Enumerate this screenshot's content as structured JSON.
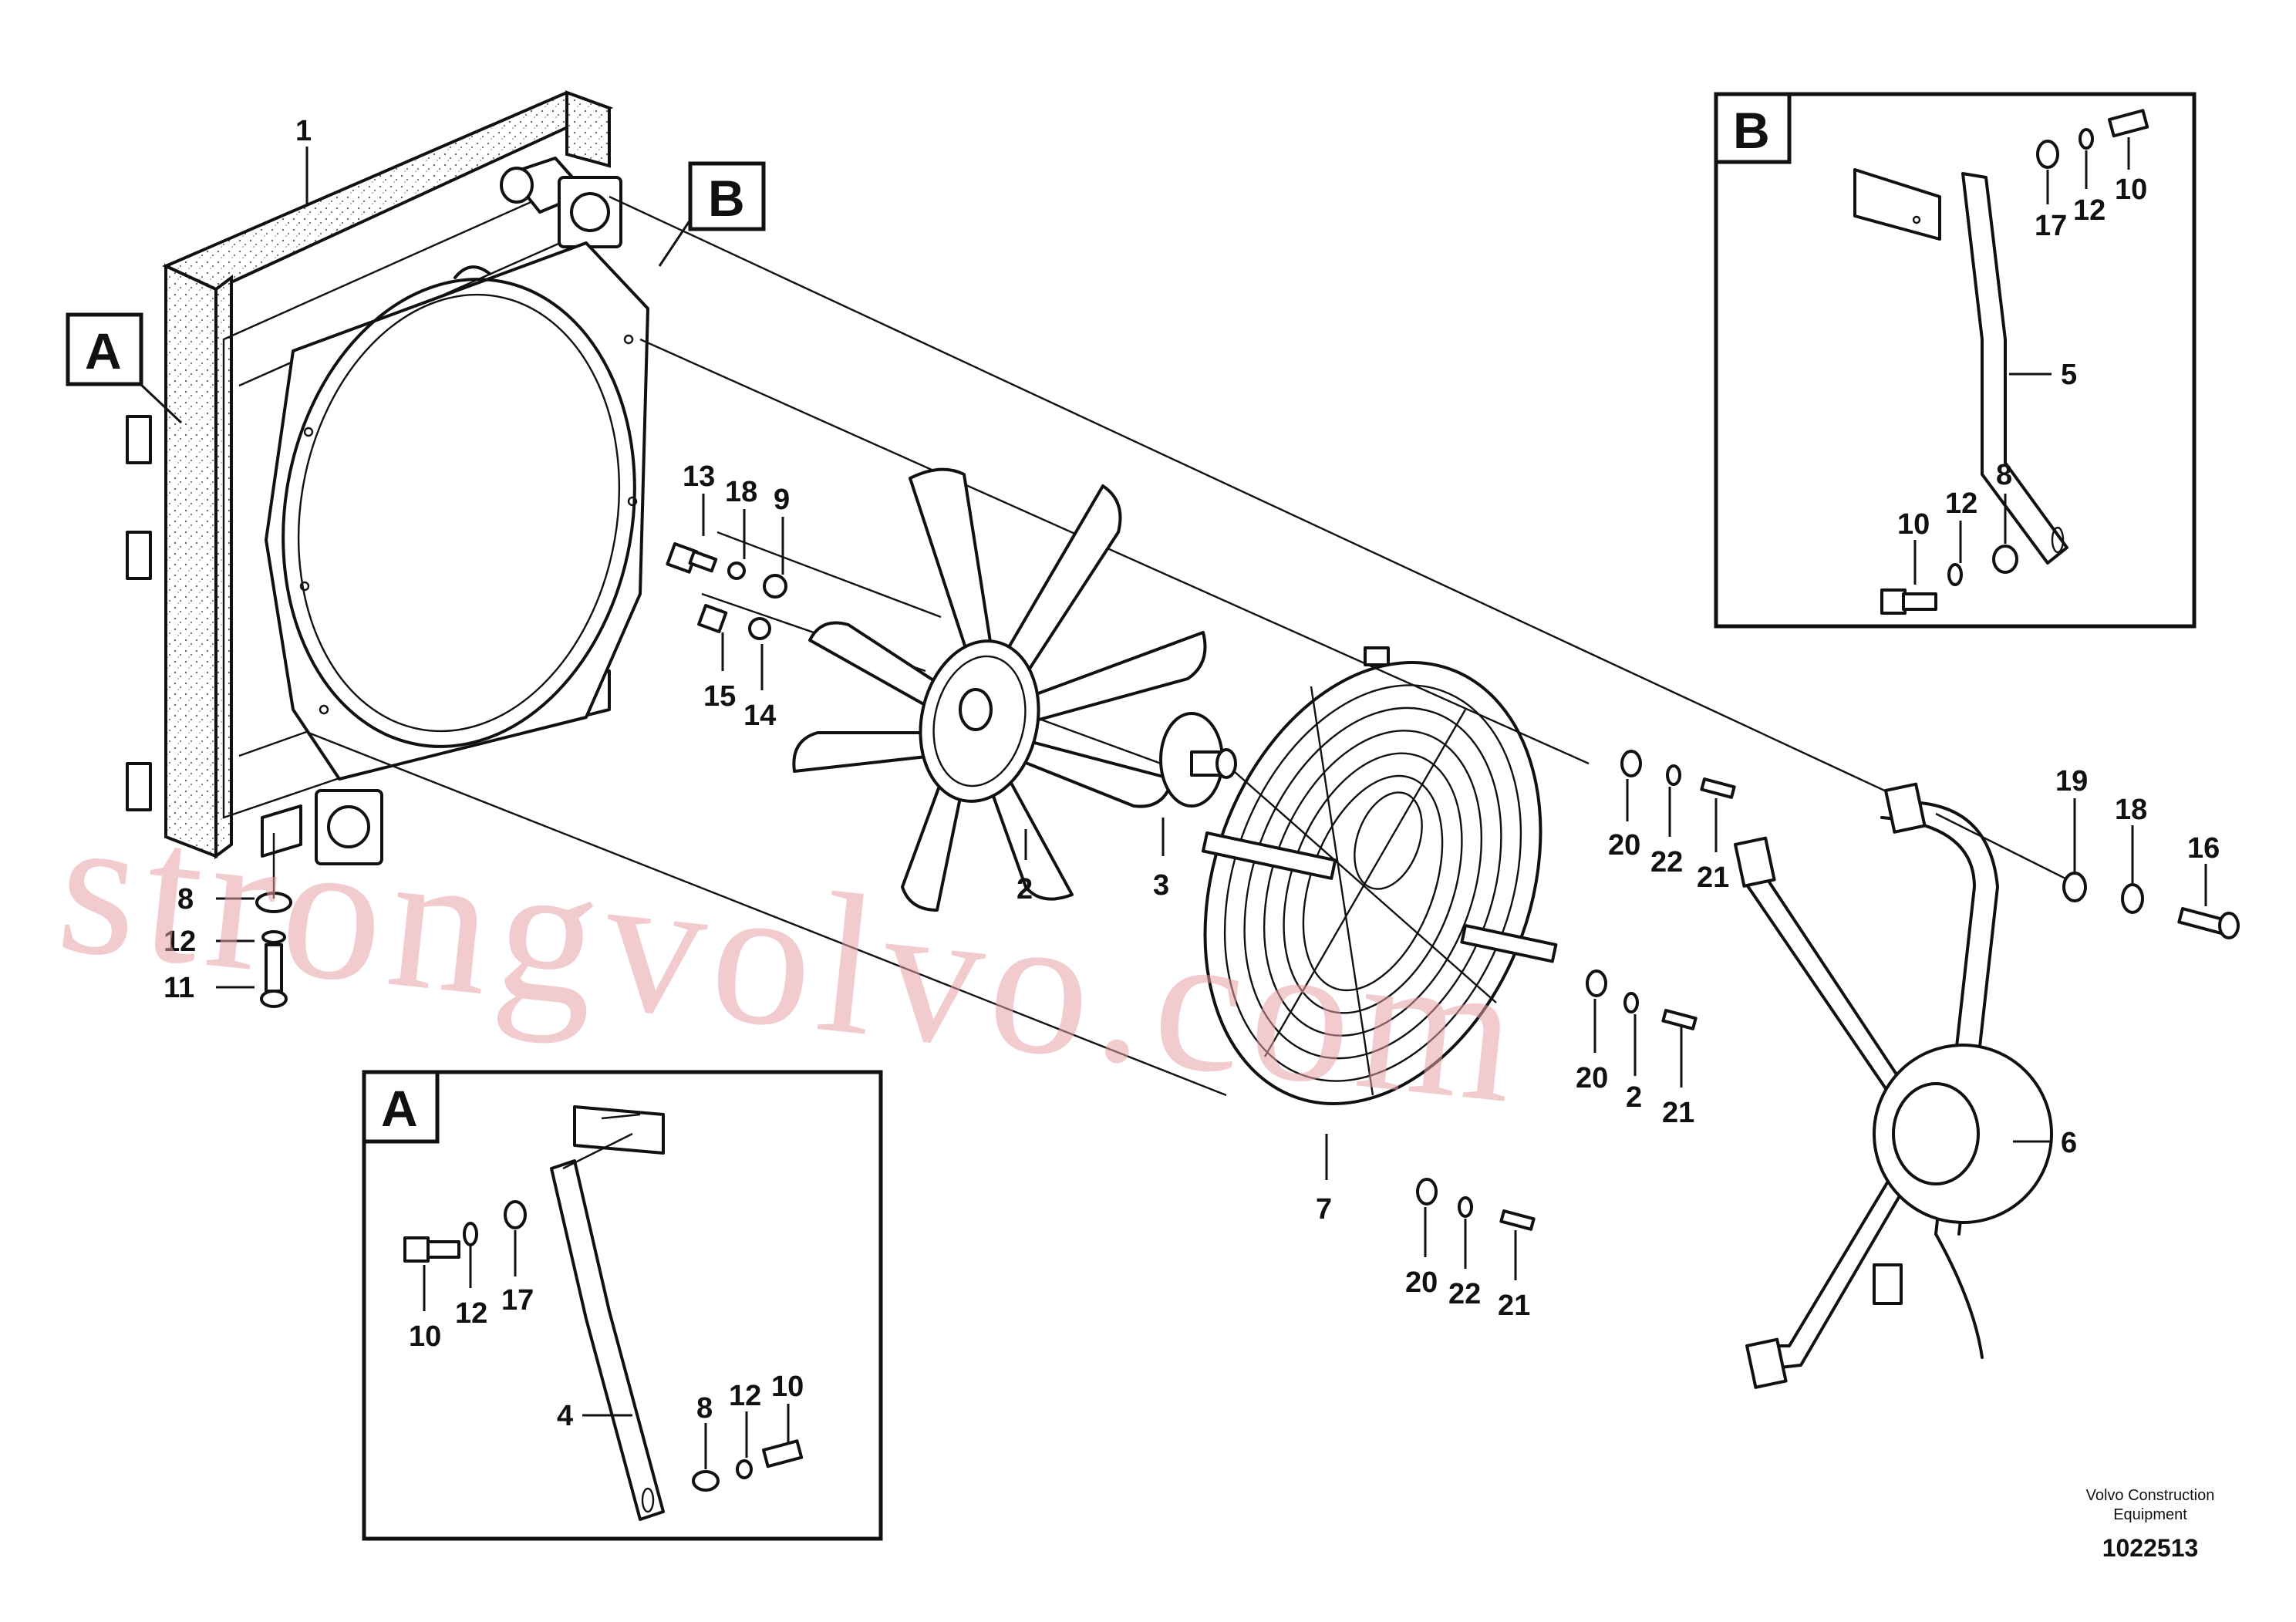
{
  "callouts": {
    "c1": "1",
    "c2": "2",
    "c3": "3",
    "c6": "6",
    "c7": "7",
    "c8": "8",
    "c9": "9",
    "c11": "11",
    "c12": "12",
    "c13": "13",
    "c14": "14",
    "c15": "15",
    "c16": "16",
    "c18": "18",
    "c18b": "18",
    "c19": "19",
    "c20a": "20",
    "c21a": "21",
    "c22a": "22",
    "c20b": "20",
    "c21b": "21",
    "c2b": "2",
    "c20c": "20",
    "c21c": "21",
    "c22c": "22"
  },
  "detail_a": {
    "label": "A",
    "callouts": {
      "c4": "4",
      "c10a": "10",
      "c12a": "12",
      "c17": "17",
      "c8": "8",
      "c12b": "12",
      "c10b": "10"
    }
  },
  "detail_b": {
    "label": "B",
    "callouts": {
      "c17": "17",
      "c12a": "12",
      "c10a": "10",
      "c5": "5",
      "c8": "8",
      "c12b": "12",
      "c10b": "10"
    }
  },
  "ref_a": "A",
  "ref_b": "B",
  "watermark": "strongvolvo.com",
  "footer": {
    "publisher_line1": "Volvo Construction",
    "publisher_line2": "Equipment",
    "doc_number": "1022513"
  }
}
